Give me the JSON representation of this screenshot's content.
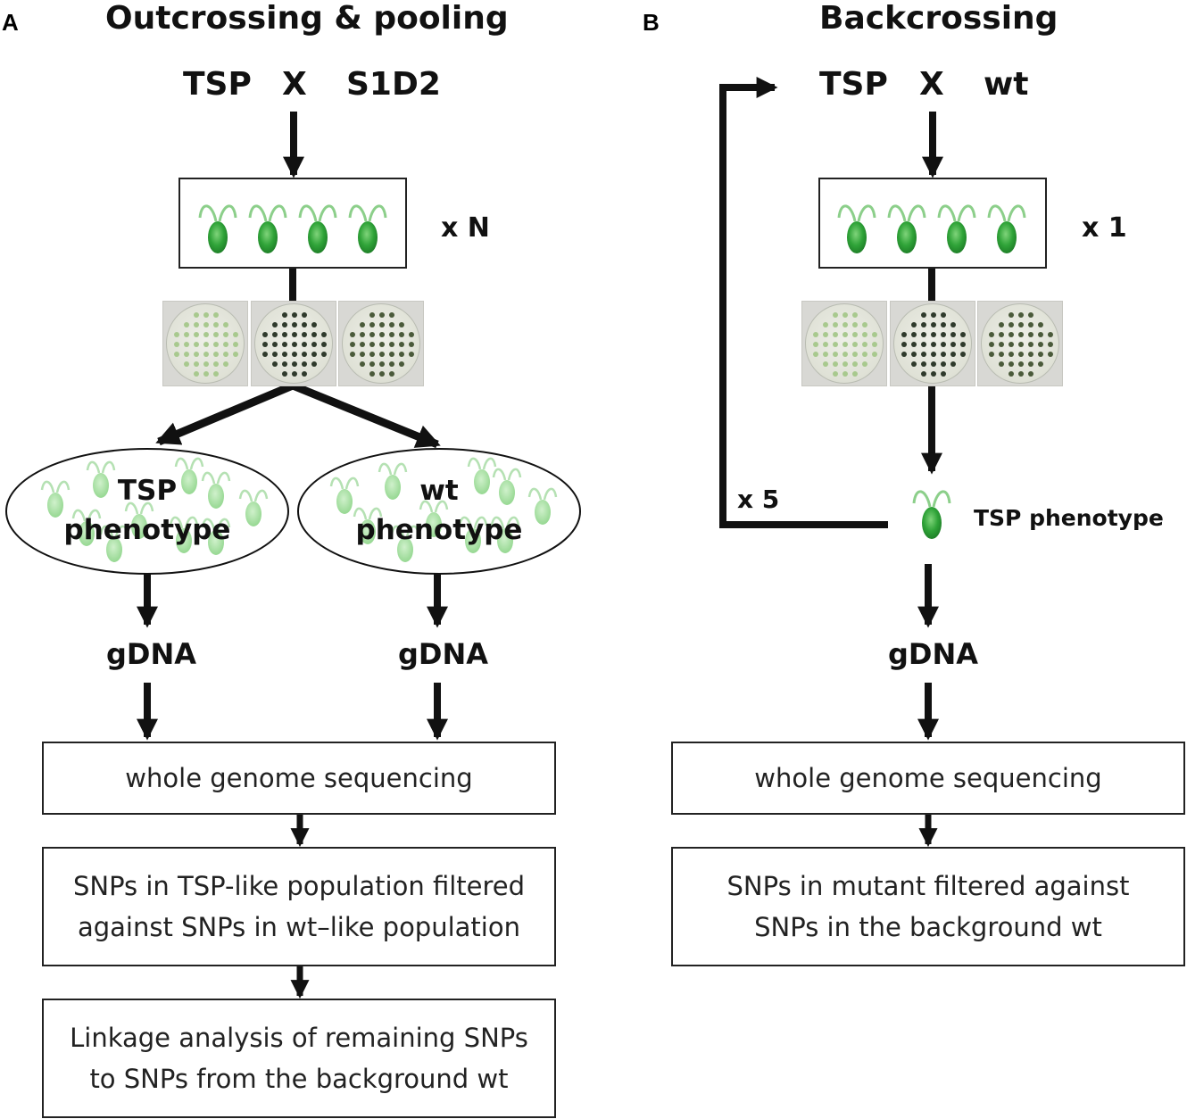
{
  "panel_a": {
    "letter": "A",
    "title": "Outcrossing & pooling",
    "cross": {
      "left": "TSP",
      "op": "X",
      "right": "S1D2"
    },
    "multiplier": "x N",
    "pools": [
      {
        "line1": "TSP",
        "line2": "phenotype"
      },
      {
        "line1": "wt",
        "line2": "phenotype"
      }
    ],
    "gdna_left": "gDNA",
    "gdna_right": "gDNA",
    "steps": [
      "whole genome sequencing",
      "SNPs in TSP-like population filtered\nagainst SNPs in wt–like population",
      "Linkage analysis of remaining SNPs\nto SNPs from the background wt"
    ]
  },
  "panel_b": {
    "letter": "B",
    "title": "Backcrossing",
    "cross": {
      "left": "TSP",
      "op": "X",
      "right": "wt"
    },
    "multiplier": "x 1",
    "loop_label": "x 5",
    "cell_label": "TSP phenotype",
    "gdna": "gDNA",
    "steps": [
      "whole genome sequencing",
      "SNPs in mutant filtered against\nSNPs in the background wt"
    ]
  },
  "colors": {
    "cell_green": "#2e9e35",
    "cell_light": "#8fd48a",
    "ink": "#111111"
  },
  "icons": [
    "chlamydomonas-cell-icon",
    "agar-plate-icon",
    "arrow-icon"
  ]
}
